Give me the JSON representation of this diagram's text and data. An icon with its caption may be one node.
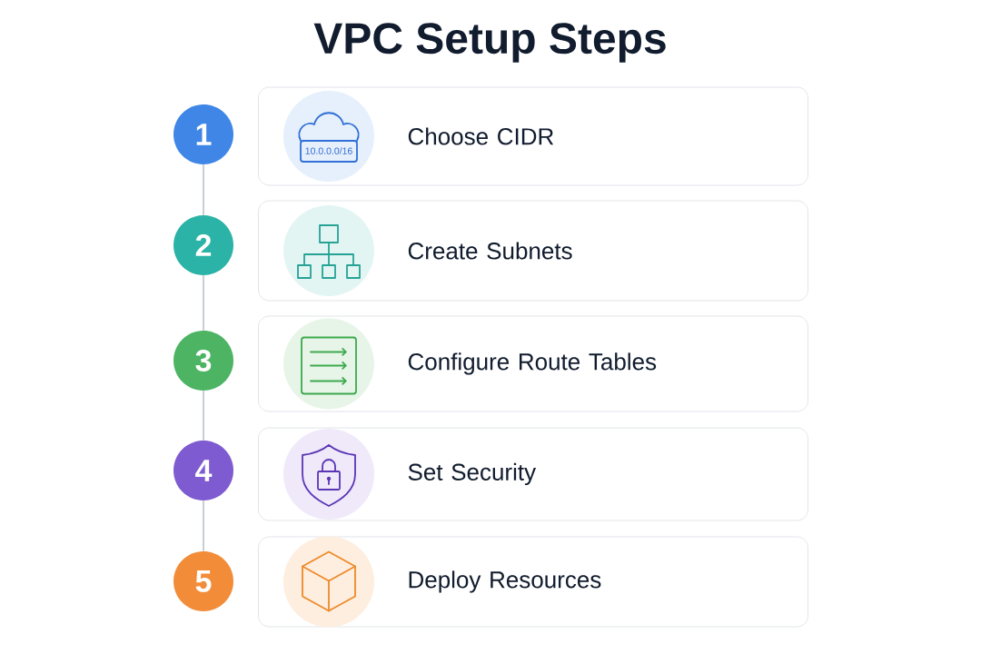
{
  "diagram": {
    "title": "VPC Setup Steps",
    "nodes": [
      {
        "text": [
          "1"
        ]
      },
      {
        "text": [
          "Choose CIDR"
        ]
      },
      {
        "text": [
          "2"
        ]
      },
      {
        "text": [
          "Create Subnets"
        ]
      },
      {
        "text": [
          "3"
        ]
      },
      {
        "text": [
          "Configure Route Tables"
        ]
      },
      {
        "text": [
          "4"
        ]
      },
      {
        "text": [
          "Set Security"
        ]
      },
      {
        "text": [
          "5"
        ]
      },
      {
        "text": [
          "Deploy Resources"
        ]
      }
    ],
    "edges": [
      {
        "from": 0,
        "to": 2,
        "arrow": "none"
      },
      {
        "from": 2,
        "to": 4,
        "arrow": "none"
      },
      {
        "from": 4,
        "to": 6,
        "arrow": "none"
      },
      {
        "from": 6,
        "to": 8,
        "arrow": "none"
      }
    ],
    "labels": [
      "10.0.0.0/16"
    ]
  }
}
